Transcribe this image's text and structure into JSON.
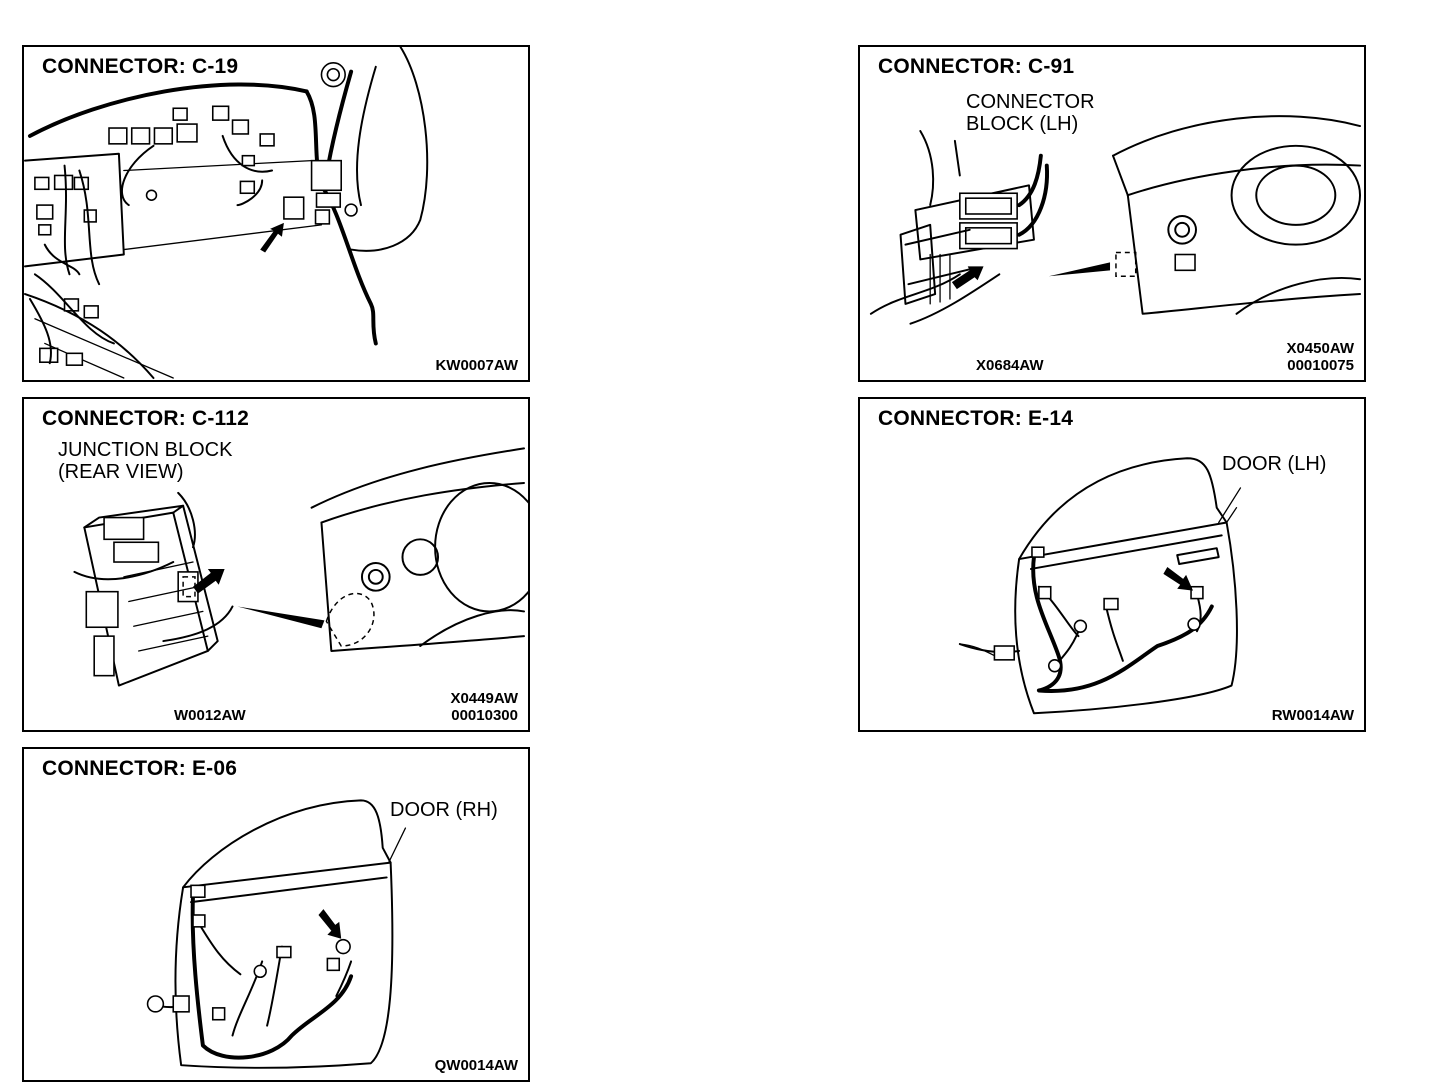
{
  "panels": [
    {
      "id": "c19",
      "title": "CONNECTOR: C-19",
      "codes": [
        "KW0007AW"
      ]
    },
    {
      "id": "c91",
      "title": "CONNECTOR: C-91",
      "callout": [
        "CONNECTOR",
        "BLOCK (LH)"
      ],
      "codes": [
        "X0684AW",
        "X0450AW",
        "00010075"
      ]
    },
    {
      "id": "c112",
      "title": "CONNECTOR: C-112",
      "callout": [
        "JUNCTION BLOCK",
        "(REAR VIEW)"
      ],
      "codes": [
        "W0012AW",
        "X0449AW",
        "00010300"
      ]
    },
    {
      "id": "e14",
      "title": "CONNECTOR: E-14",
      "callout": [
        "DOOR (LH)"
      ],
      "codes": [
        "RW0014AW"
      ]
    },
    {
      "id": "e06",
      "title": "CONNECTOR: E-06",
      "callout": [
        "DOOR (RH)"
      ],
      "codes": [
        "QW0014AW"
      ]
    }
  ]
}
